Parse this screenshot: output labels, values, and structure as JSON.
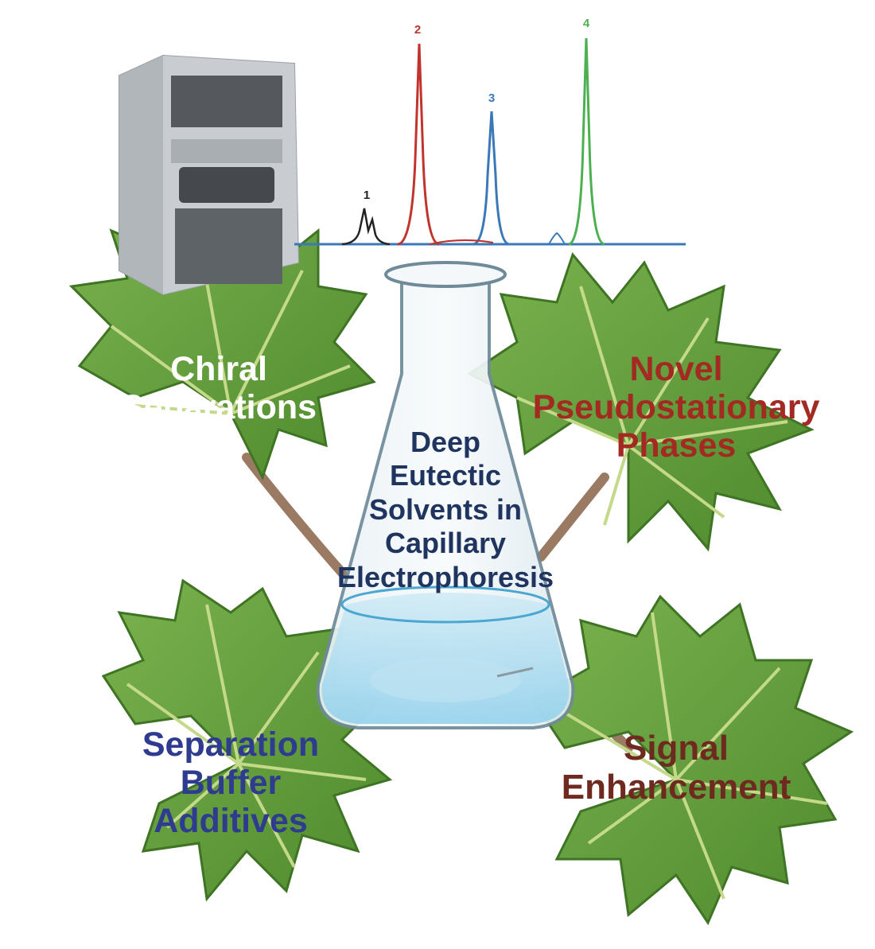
{
  "colors": {
    "leaf_dark": "#4f8a2e",
    "leaf_mid": "#6fa446",
    "leaf_vein": "#c4d98a",
    "stem": "#9a7a62",
    "baseline": "#3a78b8",
    "peak_black": "#222222",
    "peak_red": "#c0342c",
    "peak_blue": "#3a78b8",
    "peak_green": "#4caf50",
    "label_white": "#ffffff",
    "label_red": "#a32a22",
    "label_navy": "#1f3560",
    "label_blue": "#2e3b8f",
    "label_brown": "#6e2a1f"
  },
  "icons": {
    "instrument": "ce-instrument-icon",
    "flask": "erlenmeyer-flask-icon",
    "leaf": "grape-leaf-icon"
  },
  "chromatogram": {
    "peaks": [
      {
        "label": "1",
        "color": "#222222"
      },
      {
        "label": "2",
        "color": "#c0342c"
      },
      {
        "label": "3",
        "color": "#3a78b8"
      },
      {
        "label": "4",
        "color": "#4caf50"
      }
    ]
  },
  "center_title": {
    "lines": [
      "Deep",
      "Eutectic",
      "Solvents in",
      "Capillary",
      "Electrophoresis"
    ],
    "color": "#1f3560"
  },
  "topics": {
    "chiral": {
      "lines": [
        "Chiral",
        "Separations"
      ],
      "color": "#ffffff"
    },
    "novel": {
      "lines": [
        "Novel",
        "Pseudostationary",
        "Phases"
      ],
      "color": "#a32a22"
    },
    "buffer": {
      "lines": [
        "Separation",
        "Buffer",
        "Additives"
      ],
      "color": "#2e3b8f"
    },
    "signal": {
      "lines": [
        "Signal",
        "Enhancement"
      ],
      "color": "#6e2a1f"
    }
  }
}
